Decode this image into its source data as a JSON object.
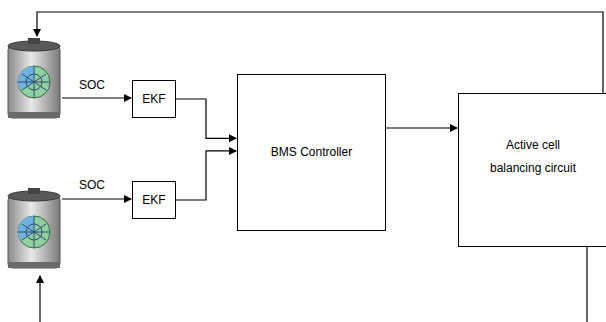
{
  "diagram": {
    "nodes": [
      {
        "text": [
          "EKF"
        ]
      },
      {
        "text": [
          "EKF"
        ]
      },
      {
        "text": [
          "BMS Controller"
        ]
      },
      {
        "text": [
          "Active cell balancing circuit"
        ]
      }
    ],
    "edges": [
      {
        "from": 0,
        "to": 2,
        "arrow": "to"
      },
      {
        "from": 1,
        "to": 2,
        "arrow": "to"
      },
      {
        "from": 2,
        "to": 3,
        "arrow": "to"
      }
    ],
    "labels": [
      "SOC",
      "SOC"
    ]
  }
}
